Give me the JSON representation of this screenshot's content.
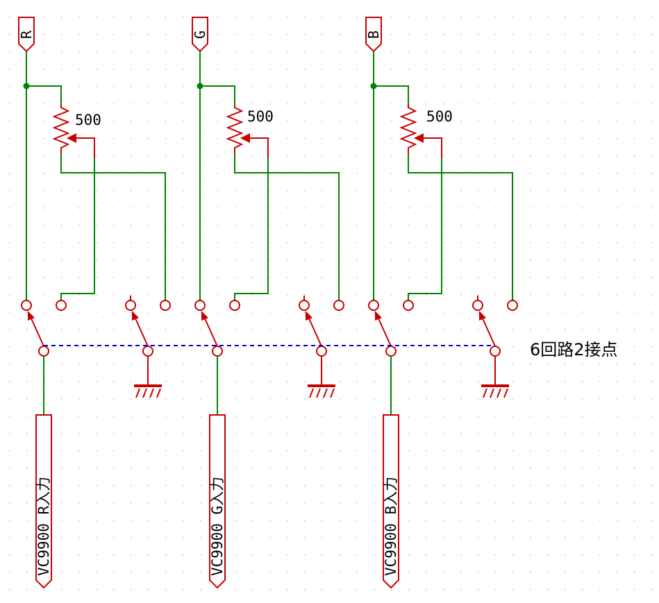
{
  "colors": {
    "wire": "#008400",
    "component": "#c80000",
    "mechanical_link": "#0000c8",
    "grid_dot": "#b4b4b4"
  },
  "channels": [
    {
      "id": "r",
      "net_label": "R",
      "pot_value": "500",
      "input_label": "VC9900 R入力"
    },
    {
      "id": "g",
      "net_label": "G",
      "pot_value": "500",
      "input_label": "VC9900 G入力"
    },
    {
      "id": "b",
      "net_label": "B",
      "pot_value": "500",
      "input_label": "VC9900 B入力"
    }
  ],
  "switch": {
    "label": "6回路2接点"
  }
}
